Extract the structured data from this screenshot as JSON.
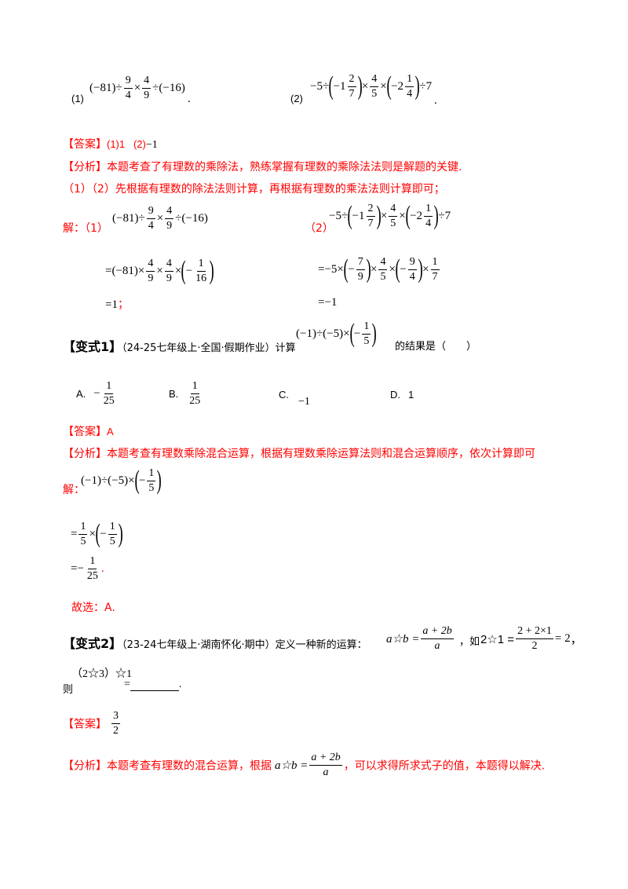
{
  "problems": {
    "p1_label": "(1)",
    "p1_expr": {
      "a": "(−81)÷",
      "f1n": "9",
      "f1d": "4",
      "op": "×",
      "f2n": "4",
      "f2d": "9",
      "tail": "÷(−16)",
      "end": "."
    },
    "p2_label": "(2)",
    "p2_expr": {
      "a": "−5÷",
      "m1": "−1",
      "m1n": "2",
      "m1d": "7",
      "op": "×",
      "f1n": "4",
      "f1d": "5",
      "op2": "×",
      "m2": "−2",
      "m2n": "1",
      "m2d": "4",
      "tail": "÷7",
      "end": "."
    }
  },
  "answer1": {
    "tag": "【答案】",
    "text": "(1)1   (2)",
    "val": "−1"
  },
  "analysis1": {
    "tag": "【分析】",
    "text": "本题考查了有理数的乘除法，熟练掌握有理数的乘除法法则是解题的关键.",
    "line2": "（1）（2）先根据有理数的除法法则计算，再根据有理数的乘法法则计算即可；"
  },
  "solution1": {
    "label": "解：（1）",
    "label2": "（2）",
    "s1_step1": {
      "eq": "=(−81)×",
      "f1n": "4",
      "f1d": "9",
      "f2n": "4",
      "f2d": "9",
      "fn": "1",
      "fd": "16"
    },
    "s1_result": "=1",
    "s1_end": "；",
    "s2_step1": {
      "eq": "=−5×",
      "f1n": "7",
      "f1d": "9",
      "f2n": "4",
      "f2d": "5",
      "f3n": "9",
      "f3d": "4",
      "f4n": "1",
      "f4d": "7"
    },
    "s2_result": "=−1"
  },
  "variant1": {
    "tag": "【变式1】",
    "source": "（24-25七年级上·全国·假期作业）计算",
    "expr": {
      "a": "(−1)÷(−5)×",
      "fn": "1",
      "fd": "5"
    },
    "suffix": "的结果是（　　）",
    "options": [
      {
        "label": "A.",
        "sign": "−",
        "num": "1",
        "den": "25"
      },
      {
        "label": "B.",
        "sign": "",
        "num": "1",
        "den": "25"
      },
      {
        "label": "C.",
        "value": "−1"
      },
      {
        "label": "D.",
        "value": "1"
      }
    ],
    "answer_tag": "【答案】",
    "answer": "A",
    "analysis_tag": "【分析】",
    "analysis": "本题考查有理数乘除混合运算，根据有理数乘除运算法则和混合运算顺序，依次计算即可",
    "solution_label": "解：",
    "step1": {
      "eq": "=",
      "f1n": "1",
      "f1d": "5",
      "f2n": "1",
      "f2d": "5"
    },
    "step2": {
      "eq": "=−",
      "fn": "1",
      "fd": "25",
      "end": "."
    },
    "conclusion": "故选：A."
  },
  "variant2": {
    "tag": "【变式2】",
    "source": "（23-24七年级上·湖南怀化·期中）定义一种新的运算：",
    "def_lhs": "a☆b =",
    "def_num": "a + 2b",
    "def_den": "a",
    "example_prefix": "，如",
    "example_lhs": "2☆1 =",
    "example_num": "2 + 2×1",
    "example_den": "2",
    "example_rhs": "= 2",
    "example_end": "，",
    "question_prefix": "则",
    "question_expr": "（2☆3）☆1",
    "question_eq": "=",
    "question_end": ".",
    "answer_tag": "【答案】",
    "answer_num": "3",
    "answer_den": "2",
    "analysis_tag": "【分析】",
    "analysis_pre": "本题考查有理数的混合运算，根据",
    "analysis_post": "，可以求得所求式子的值，本题得以解决."
  }
}
